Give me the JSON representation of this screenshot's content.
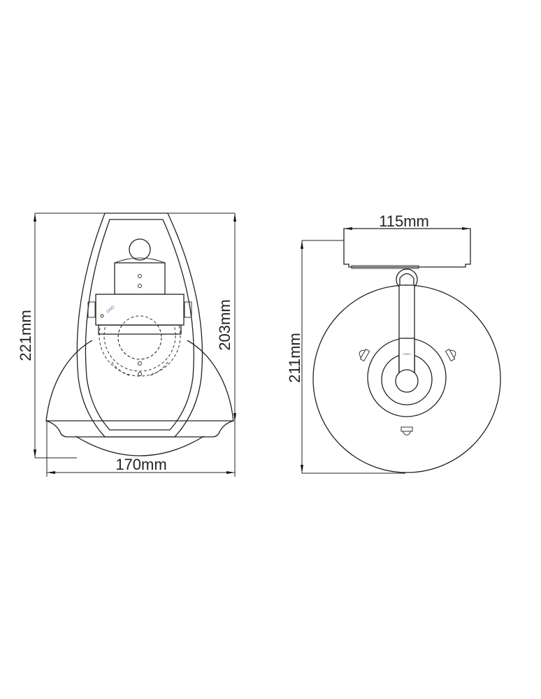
{
  "front_view": {
    "height_overall": "221mm",
    "height_backplate": "203mm",
    "width": "170mm",
    "bracket_marking": "GND"
  },
  "side_view": {
    "canopy_width": "115mm",
    "height": "211mm"
  },
  "colors": {
    "line": "#222222",
    "background": "#ffffff"
  }
}
